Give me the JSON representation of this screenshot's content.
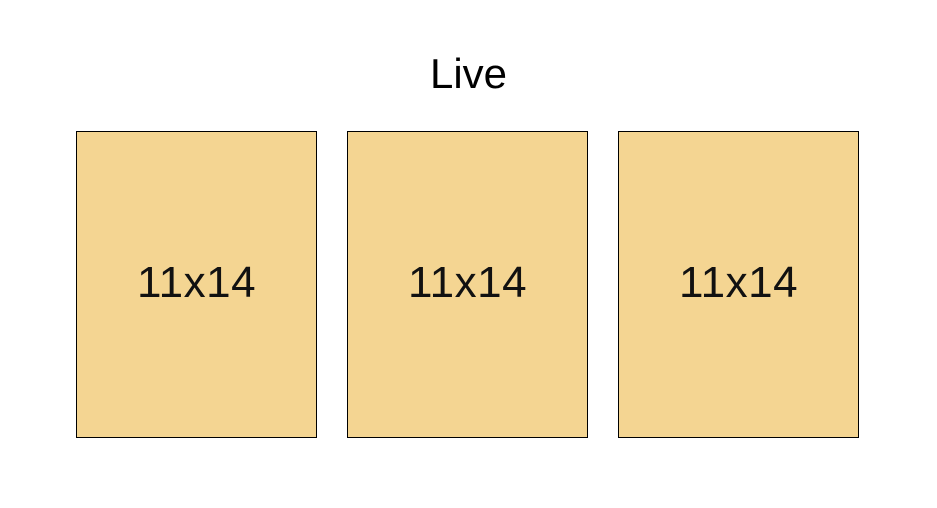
{
  "title": "Live",
  "frame_color": "#F4D592",
  "frames": [
    {
      "label": "11x14"
    },
    {
      "label": "11x14"
    },
    {
      "label": "11x14"
    }
  ]
}
